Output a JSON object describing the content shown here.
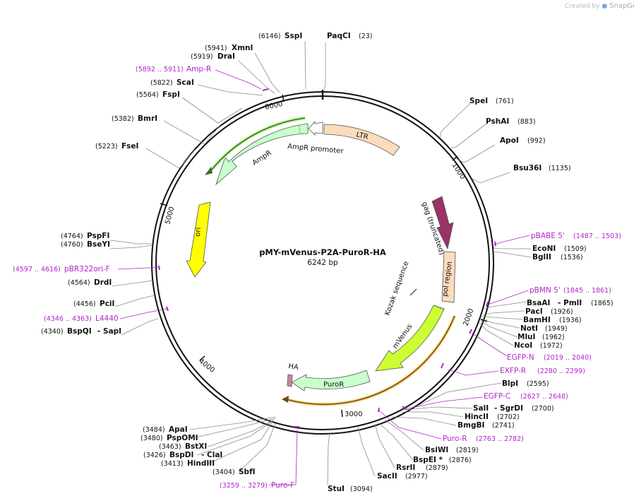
{
  "watermark": {
    "prefix": "Created by",
    "brand": "SnapGene"
  },
  "plasmid": {
    "name": "pMY-mVenus-P2A-PuroR-HA",
    "size_label": "6242 bp"
  },
  "ticks": [
    "1000",
    "2000",
    "3000",
    "4000",
    "5000",
    "6000"
  ],
  "features": [
    {
      "name": "LTR",
      "color": "#fbdcbc"
    },
    {
      "name": "AmpR promoter",
      "color": "#ffffff"
    },
    {
      "name": "AmpR",
      "color": "#c8ffcc"
    },
    {
      "name": "ori",
      "color": "#ffff00"
    },
    {
      "name": "gag (truncated)",
      "color": "#993366"
    },
    {
      "name": "pol region",
      "color": "#fbdcbc"
    },
    {
      "name": "Kozak sequence",
      "color": "#777777"
    },
    {
      "name": "mVenus",
      "color": "#ccff33"
    },
    {
      "name": "PuroR",
      "color": "#c8ffcc"
    },
    {
      "name": "HA",
      "color": "#c4889c"
    }
  ],
  "enzymes": [
    {
      "name": "SspI",
      "pos": "(6146)"
    },
    {
      "name": "PaqCI",
      "pos": "(23)"
    },
    {
      "name": "XmnI",
      "pos": "(5941)"
    },
    {
      "name": "DraI",
      "pos": "(5919)"
    },
    {
      "name": "ScaI",
      "pos": "(5822)"
    },
    {
      "name": "FspI",
      "pos": "(5564)"
    },
    {
      "name": "BmrI",
      "pos": "(5382)"
    },
    {
      "name": "FseI",
      "pos": "(5223)"
    },
    {
      "name": "SpeI",
      "pos": "(761)"
    },
    {
      "name": "PshAI",
      "pos": "(883)"
    },
    {
      "name": "ApoI",
      "pos": "(992)"
    },
    {
      "name": "Bsu36I",
      "pos": "(1135)"
    },
    {
      "name": "PspFI",
      "pos": "(4764)"
    },
    {
      "name": "BseYI",
      "pos": "(4760)"
    },
    {
      "name": "DrdI",
      "pos": "(4564)"
    },
    {
      "name": "PciI",
      "pos": "(4456)"
    },
    {
      "name": "BspQI",
      "pos": "(4340)",
      "suffix": "- SapI"
    },
    {
      "name": "EcoNI",
      "pos": "(1509)"
    },
    {
      "name": "BglII",
      "pos": "(1536)"
    },
    {
      "name": "BsaAI",
      "pos": "(1865)",
      "suffix": "- PmlI"
    },
    {
      "name": "PacI",
      "pos": "(1926)"
    },
    {
      "name": "BamHI",
      "pos": "(1936)"
    },
    {
      "name": "NotI",
      "pos": "(1949)"
    },
    {
      "name": "MluI",
      "pos": "(1962)"
    },
    {
      "name": "NcoI",
      "pos": "(1972)"
    },
    {
      "name": "BlpI",
      "pos": "(2595)"
    },
    {
      "name": "SalI",
      "pos": "(2700)",
      "suffix": "- SgrDI"
    },
    {
      "name": "HincII",
      "pos": "(2702)"
    },
    {
      "name": "BmgBI",
      "pos": "(2741)"
    },
    {
      "name": "BsiWI",
      "pos": "(2819)"
    },
    {
      "name": "BspEI *",
      "pos": "(2876)"
    },
    {
      "name": "RsrII",
      "pos": "(2879)"
    },
    {
      "name": "SacII",
      "pos": "(2977)"
    },
    {
      "name": "StuI",
      "pos": "(3094)"
    },
    {
      "name": "ApaI",
      "pos": "(3484)"
    },
    {
      "name": "PspOMI",
      "pos": "(3480)"
    },
    {
      "name": "BstXI",
      "pos": "(3463)"
    },
    {
      "name": "BspDI",
      "pos": "(3426)",
      "suffix": "- ClaI"
    },
    {
      "name": "HindIII",
      "pos": "(3413)"
    },
    {
      "name": "SbfI",
      "pos": "(3404)"
    }
  ],
  "primers": [
    {
      "name": "Amp-R",
      "pos": "(5892 .. 5911)"
    },
    {
      "name": "pBR322ori-F",
      "pos": "(4597 .. 4616)"
    },
    {
      "name": "L4440",
      "pos": "(4346 .. 4363)"
    },
    {
      "name": "pBABE 5'",
      "pos": "(1487 .. 1503)"
    },
    {
      "name": "pBMN 5'",
      "pos": "(1845 .. 1861)"
    },
    {
      "name": "EGFP-N",
      "pos": "(2019 .. 2040)"
    },
    {
      "name": "EXFP-R",
      "pos": "(2280 .. 2299)"
    },
    {
      "name": "EGFP-C",
      "pos": "(2627 .. 2648)"
    },
    {
      "name": "Puro-R",
      "pos": "(2763 .. 2782)"
    },
    {
      "name": "Puro-F",
      "pos": "(3259 .. 3279)"
    }
  ]
}
